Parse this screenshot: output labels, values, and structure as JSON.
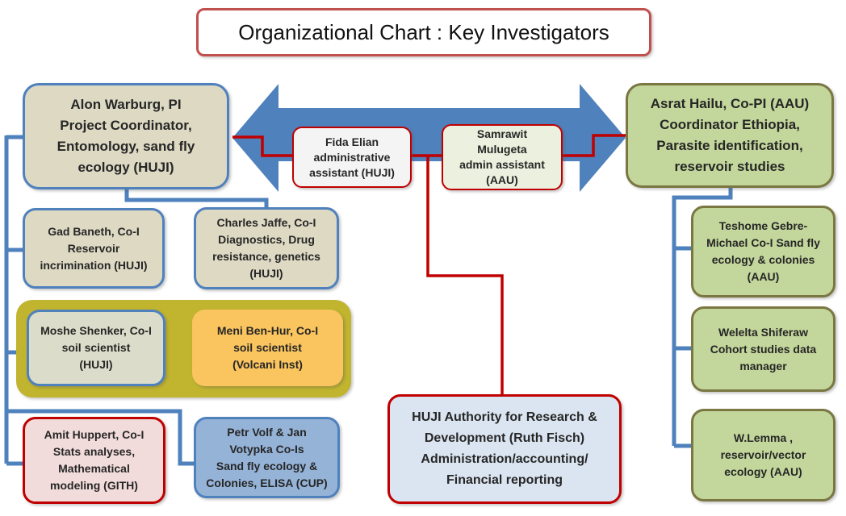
{
  "title": "Organizational Chart : Key Investigators",
  "colors": {
    "connector_blue": "#4F81BD",
    "connector_red": "#C00000",
    "arrow_blue": "#4F81BD",
    "title_border": "#C0504D",
    "beige": "#DDD9C3",
    "beige_gray": "#DCDCCA",
    "near_white": "#F4F4F4",
    "pale_green": "#EBF1DE",
    "green": "#C3D69B",
    "olive_border": "#7A7742",
    "mustard": "#C1B42E",
    "orange": "#FAC45F",
    "pink": "#F2DCDB",
    "mid_blue": "#95B3D7",
    "light_blue": "#DBE5F1"
  },
  "nodes": {
    "alon": {
      "label": "Alon Warburg, PI\nProject Coordinator,\nEntomology, sand fly\necology (HUJI)"
    },
    "fida": {
      "label": "Fida Elian\nadministrative\nassistant (HUJI)"
    },
    "samrawit": {
      "label": "Samrawit\nMulugeta\nadmin assistant\n(AAU)"
    },
    "asrat": {
      "label": "Asrat Hailu, Co-PI (AAU)\nCoordinator Ethiopia,\nParasite identification,\nreservoir studies"
    },
    "gad": {
      "label": "Gad Baneth, Co-I\nReservoir\nincrimination (HUJI)"
    },
    "charles": {
      "label": "Charles Jaffe, Co-I\nDiagnostics, Drug\nresistance, genetics\n(HUJI)"
    },
    "moshe": {
      "label": "Moshe Shenker, Co-I\nsoil scientist\n(HUJI)"
    },
    "meni": {
      "label": "Meni Ben-Hur,  Co-I\nsoil scientist\n(Volcani Inst)"
    },
    "amit": {
      "label": "Amit Huppert,  Co-I\nStats analyses,\nMathematical\nmodeling (GITH)"
    },
    "petr": {
      "label": "Petr Volf & Jan\nVotypka Co-Is\nSand fly ecology &\nColonies, ELISA (CUP)"
    },
    "huji_authority": {
      "label": "HUJI Authority for Research &\nDevelopment  (Ruth Fisch)\nAdministration/accounting/\nFinancial reporting"
    },
    "teshome": {
      "label": "Teshome Gebre-\nMichael Co-I Sand fly\necology & colonies\n(AAU)"
    },
    "welelta": {
      "label": "Welelta Shiferaw\nCohort studies data\nmanager"
    },
    "wlemma": {
      "label": "W.Lemma ,\nreservoir/vector\necology (AAU)"
    }
  }
}
